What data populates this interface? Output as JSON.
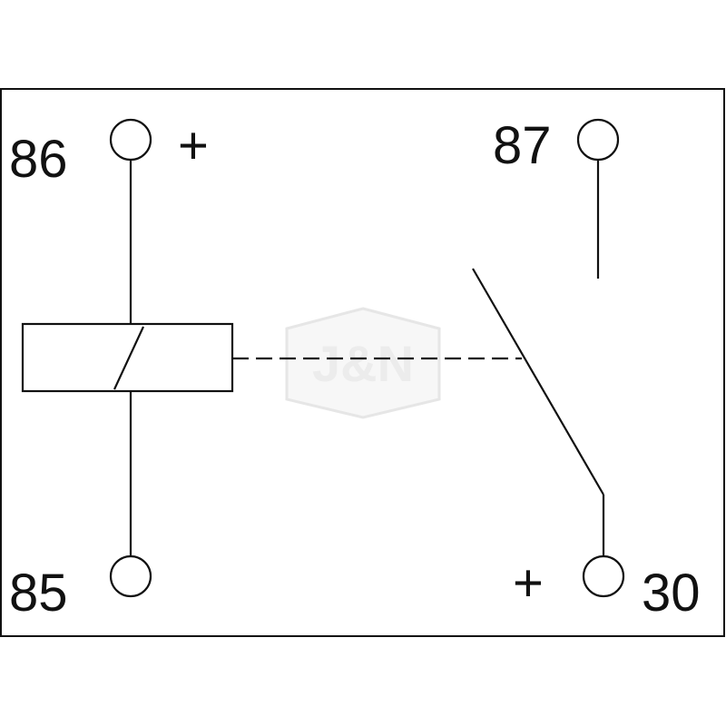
{
  "diagram": {
    "type": "relay-schematic",
    "terminals": [
      {
        "id": "86",
        "label": "86",
        "polarity": "+"
      },
      {
        "id": "85",
        "label": "85",
        "polarity": ""
      },
      {
        "id": "87",
        "label": "87",
        "polarity": ""
      },
      {
        "id": "30",
        "label": "30",
        "polarity": "+"
      }
    ],
    "plus_sign": "+",
    "watermark": "J&N",
    "colors": {
      "line": "#111111",
      "watermark": "#ececec"
    }
  }
}
